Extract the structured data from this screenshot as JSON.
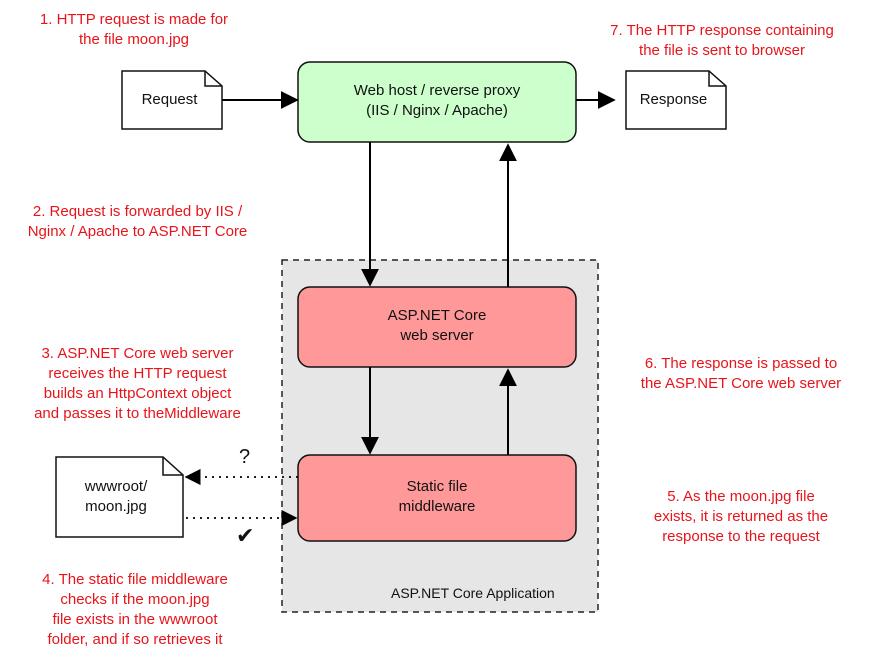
{
  "notes": {
    "n1": [
      "1. HTTP request is made for",
      "the file moon.jpg"
    ],
    "n2": [
      "2. Request is forwarded by IIS /",
      "Nginx / Apache to ASP.NET Core"
    ],
    "n3": [
      "3. ASP.NET Core web server",
      "receives the HTTP request",
      "builds an HttpContext object",
      "and passes it to  theMiddleware"
    ],
    "n4": [
      "4. The static file middleware",
      "checks if the moon.jpg",
      "file exists in the wwwroot",
      "folder, and if so retrieves it"
    ],
    "n5": [
      "5. As the moon.jpg file",
      "exists, it is returned as the",
      "response to the request"
    ],
    "n6": [
      "6. The response is passed to",
      "the ASP.NET Core web server"
    ],
    "n7": [
      "7. The HTTP response containing",
      "the file is sent to browser"
    ]
  },
  "boxes": {
    "proxy": [
      "Web host / reverse proxy",
      "(IIS / Nginx / Apache)"
    ],
    "server": [
      "ASP.NET Core",
      "web server"
    ],
    "static": [
      "Static file",
      "middleware"
    ]
  },
  "docs": {
    "request": "Request",
    "response": "Response",
    "wwwroot": [
      "wwwroot/",
      "moon.jpg"
    ]
  },
  "app_container_label": "ASP.NET Core Application",
  "marks": {
    "question": "?",
    "check": "✔"
  },
  "colors": {
    "annotation": "#e8141b",
    "proxy_fill": "#ccffcc",
    "core_fill": "#ff9999",
    "container_fill": "#e6e6e6"
  }
}
